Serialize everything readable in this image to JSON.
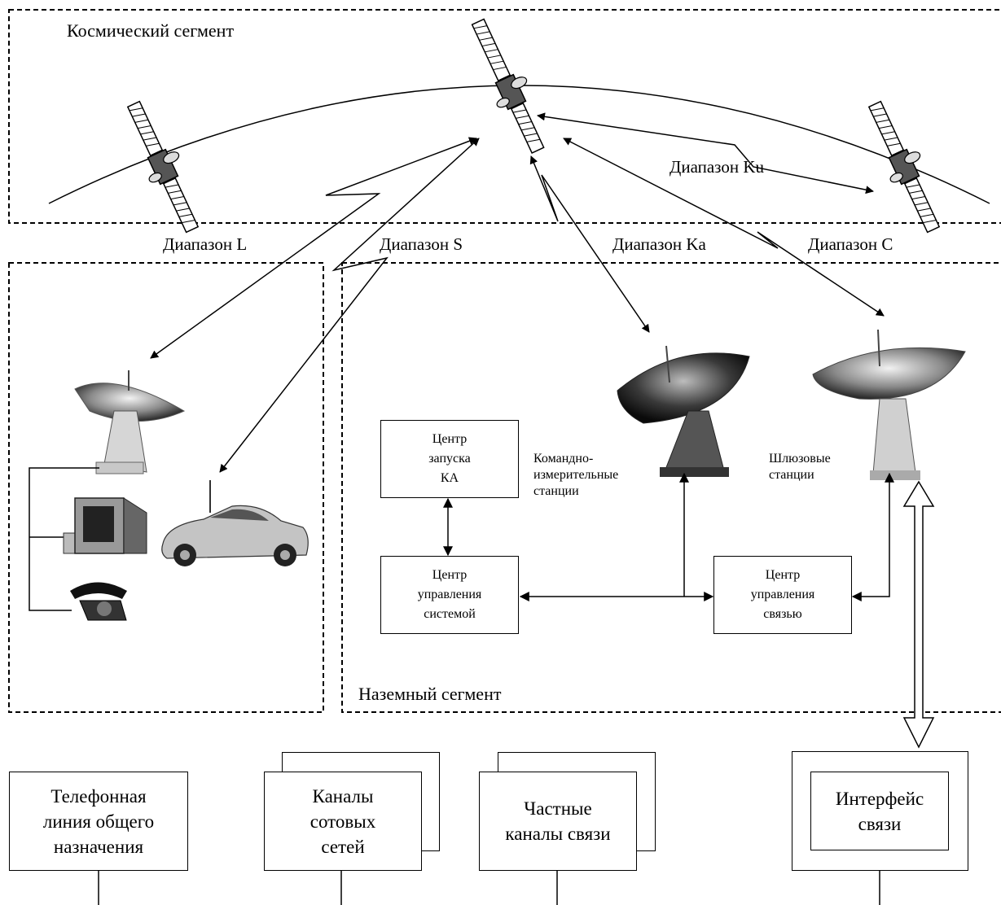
{
  "segments": {
    "space": "Космический сегмент",
    "ground": "Наземный сегмент"
  },
  "bands": {
    "ku": "Диапазон Ku",
    "l": "Диапазон L",
    "s": "Диапазон S",
    "ka": "Диапазон Ka",
    "c": "Диапазон C"
  },
  "stations": {
    "tt_line1": "Командно-",
    "tt_line2": "измерительные",
    "tt_line3": "станции",
    "gw_line1": "Шлюзовые",
    "gw_line2": "станции"
  },
  "centers": {
    "launch": [
      "Центр",
      "запуска",
      "КА"
    ],
    "system": [
      "Центр",
      "управления",
      "системой"
    ],
    "comm": [
      "Центр",
      "управления",
      "связью"
    ]
  },
  "networks": {
    "pstn": [
      "Телефонная",
      "линия общего",
      "назначения"
    ],
    "cellular": [
      "Каналы",
      "сотовых",
      "сетей"
    ],
    "private": [
      "Частные",
      "каналы связи"
    ],
    "interface": [
      "Интерфейс",
      "связи"
    ]
  },
  "icons": [
    "satellite-icon",
    "dish-antenna-icon",
    "computer-icon",
    "car-icon",
    "telephone-icon"
  ]
}
